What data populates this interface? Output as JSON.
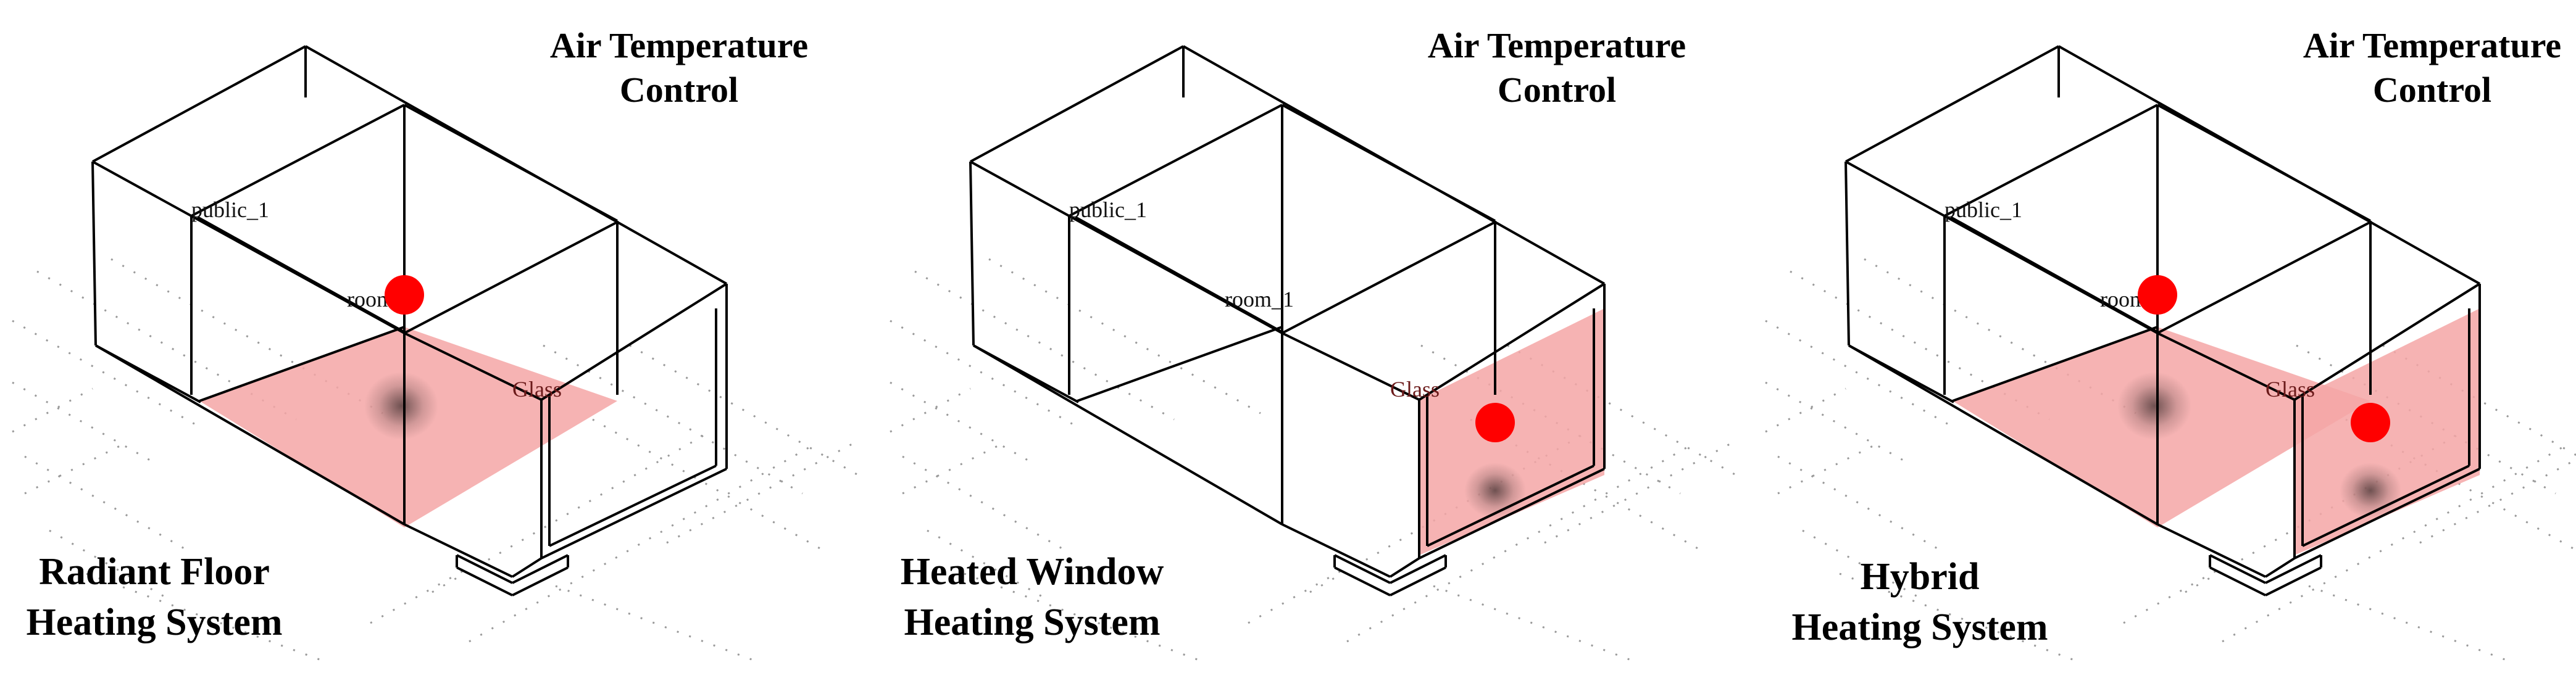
{
  "colors": {
    "heated_surface": "#f4a6a6",
    "sensor": "#ff0000",
    "wire": "#000000",
    "grid": "#9a9a9a"
  },
  "labels": {
    "zone_public": "public_1",
    "zone_room": "room_1",
    "glass": "Glass"
  },
  "panels": [
    {
      "control_line1": "Air Temperature",
      "control_line2": "Control",
      "system_line1": "Radiant Floor",
      "system_line2": "Heating System",
      "heated_surfaces": [
        "floor"
      ]
    },
    {
      "control_line1": "Air Temperature",
      "control_line2": "Control",
      "system_line1": "Heated Window",
      "system_line2": "Heating System",
      "heated_surfaces": [
        "window"
      ]
    },
    {
      "control_line1": "Air Temperature",
      "control_line2": "Control",
      "system_line1": "Hybrid",
      "system_line2": "Heating System",
      "heated_surfaces": [
        "floor",
        "window"
      ]
    }
  ]
}
